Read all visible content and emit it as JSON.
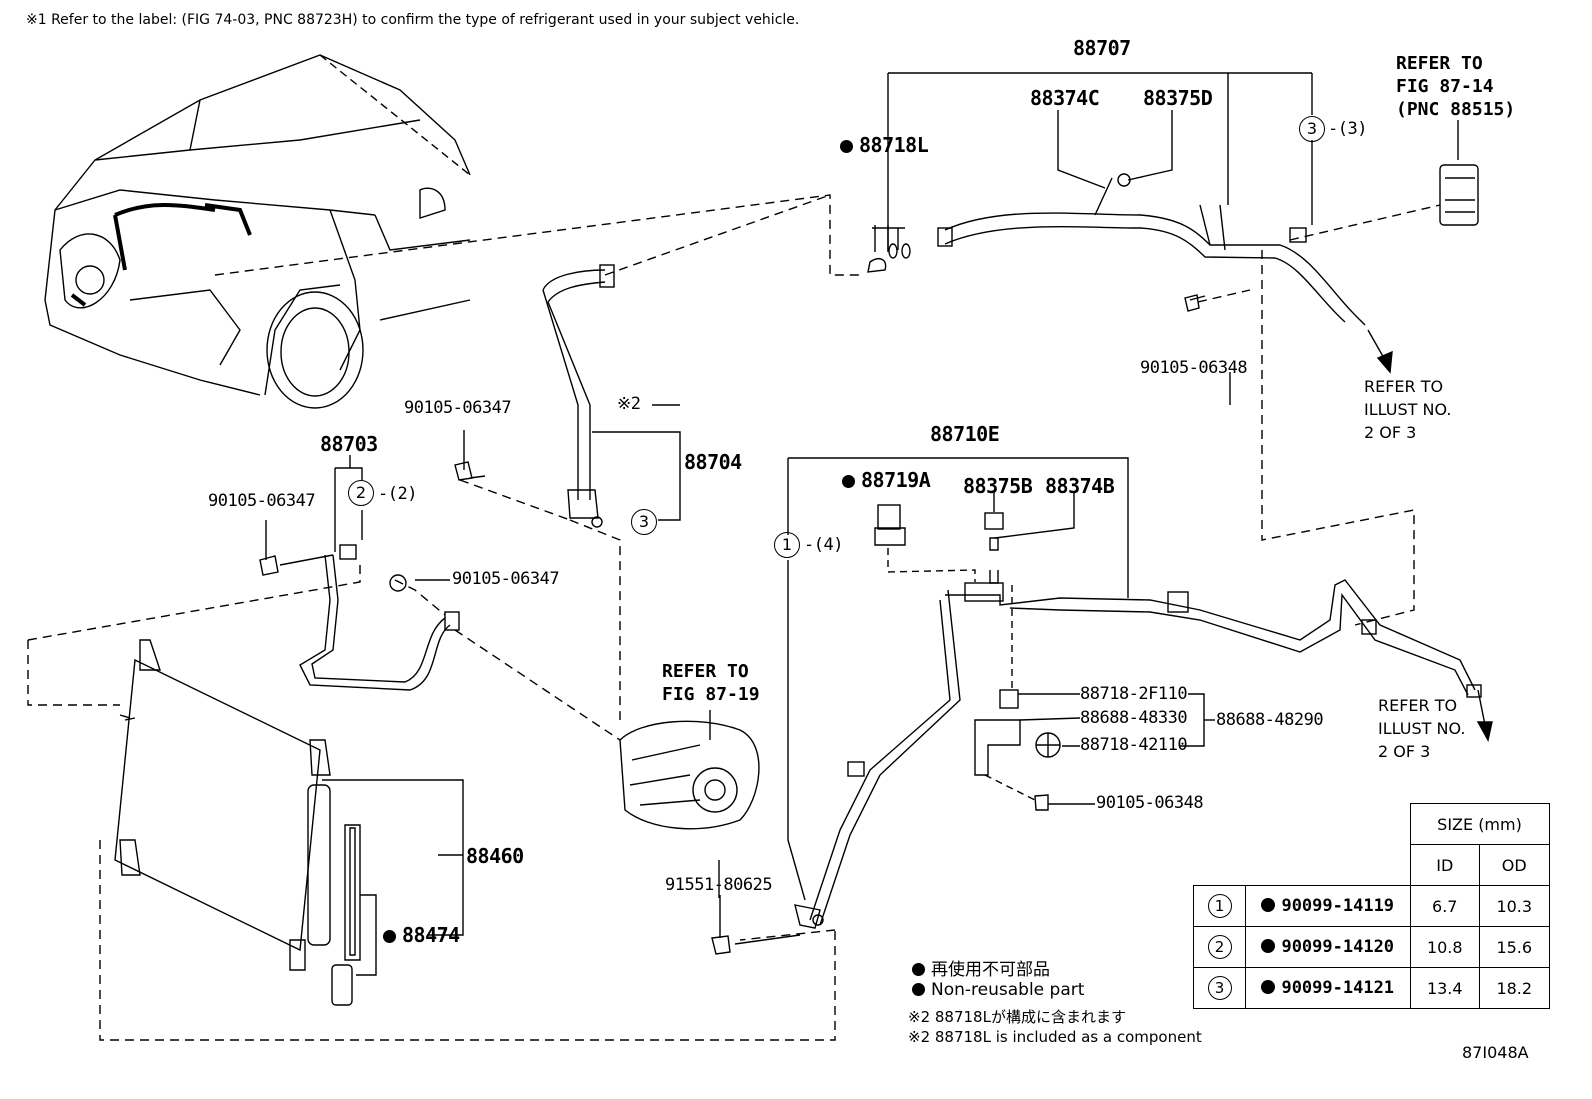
{
  "header_note": "※1 Refer to the label: (FIG 74-03, PNC 88723H) to confirm the type of refrigerant used in your subject vehicle.",
  "figure_id": "87I048A",
  "labels": {
    "p88707": "88707",
    "p88374C": "88374C",
    "p88375D": "88375D",
    "p88718L": "88718L",
    "p90105_06348_top": "90105-06348",
    "p88703": "88703",
    "p90105_06347_a": "90105-06347",
    "p90105_06347_b": "90105-06347",
    "p90105_06347_c": "90105-06347",
    "note2_mark": "※2",
    "p88704": "88704",
    "p88710E": "88710E",
    "p88719A": "88719A",
    "p88375B": "88375B",
    "p88374B": "88374B",
    "p88718_2F110": "88718-2F110",
    "p88688_48330": "88688-48330",
    "p88688_48290": "88688-48290",
    "p88718_42110": "88718-42110",
    "p90105_06348_mid": "90105-06348",
    "p88460": "88460",
    "p88474": "88474",
    "p91551_80625": "91551-80625"
  },
  "callouts": {
    "c3_top": {
      "num": "3",
      "qty": "-(3)"
    },
    "c2": {
      "num": "2",
      "qty": "-(2)"
    },
    "c3_mid": {
      "num": "3",
      "qty": ""
    },
    "c1": {
      "num": "1",
      "qty": "-(4)"
    }
  },
  "refs": {
    "ref_fig_87_14": [
      "REFER TO",
      "FIG 87-14",
      "(PNC 88515)"
    ],
    "ref_illust_a": [
      "REFER TO",
      "ILLUST NO.",
      "2 OF 3"
    ],
    "ref_fig_87_19": [
      "REFER TO",
      "FIG 87-19"
    ],
    "ref_illust_b": [
      "REFER TO",
      "ILLUST NO.",
      "2 OF 3"
    ]
  },
  "legend": {
    "jp_nonreusable": "再使用不可部品",
    "en_nonreusable": "Non-reusable part",
    "jp_note2": "※2 88718Lが構成に含まれます",
    "en_note2": "※2 88718L is included as a component"
  },
  "size_table": {
    "header": "SIZE (mm)",
    "col_id": "ID",
    "col_od": "OD",
    "rows": [
      {
        "num": "1",
        "part": "90099-14119",
        "id": "6.7",
        "od": "10.3"
      },
      {
        "num": "2",
        "part": "90099-14120",
        "id": "10.8",
        "od": "15.6"
      },
      {
        "num": "3",
        "part": "90099-14121",
        "id": "13.4",
        "od": "18.2"
      }
    ]
  }
}
